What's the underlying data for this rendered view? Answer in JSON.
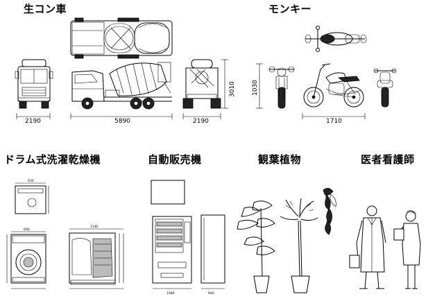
{
  "sections": {
    "mixer_truck": {
      "title": "生コン車",
      "dims": {
        "width_front": "2190",
        "length": "5890",
        "width_rear": "2190",
        "height": "3010"
      }
    },
    "monkey": {
      "title": "モンキー",
      "dims": {
        "height": "1030",
        "length": "1710"
      }
    },
    "washer_dryer": {
      "title": "ドラム式洗濯乾燥機",
      "dims": {
        "top_width": "630",
        "front_width": "600",
        "side_width": "1140"
      }
    },
    "vending_machine": {
      "title": "自動販売機",
      "dims": {
        "width": "1080",
        "depth": "900"
      }
    },
    "plants": {
      "title": "観葉植物"
    },
    "medical": {
      "title": "医者看護師"
    }
  }
}
